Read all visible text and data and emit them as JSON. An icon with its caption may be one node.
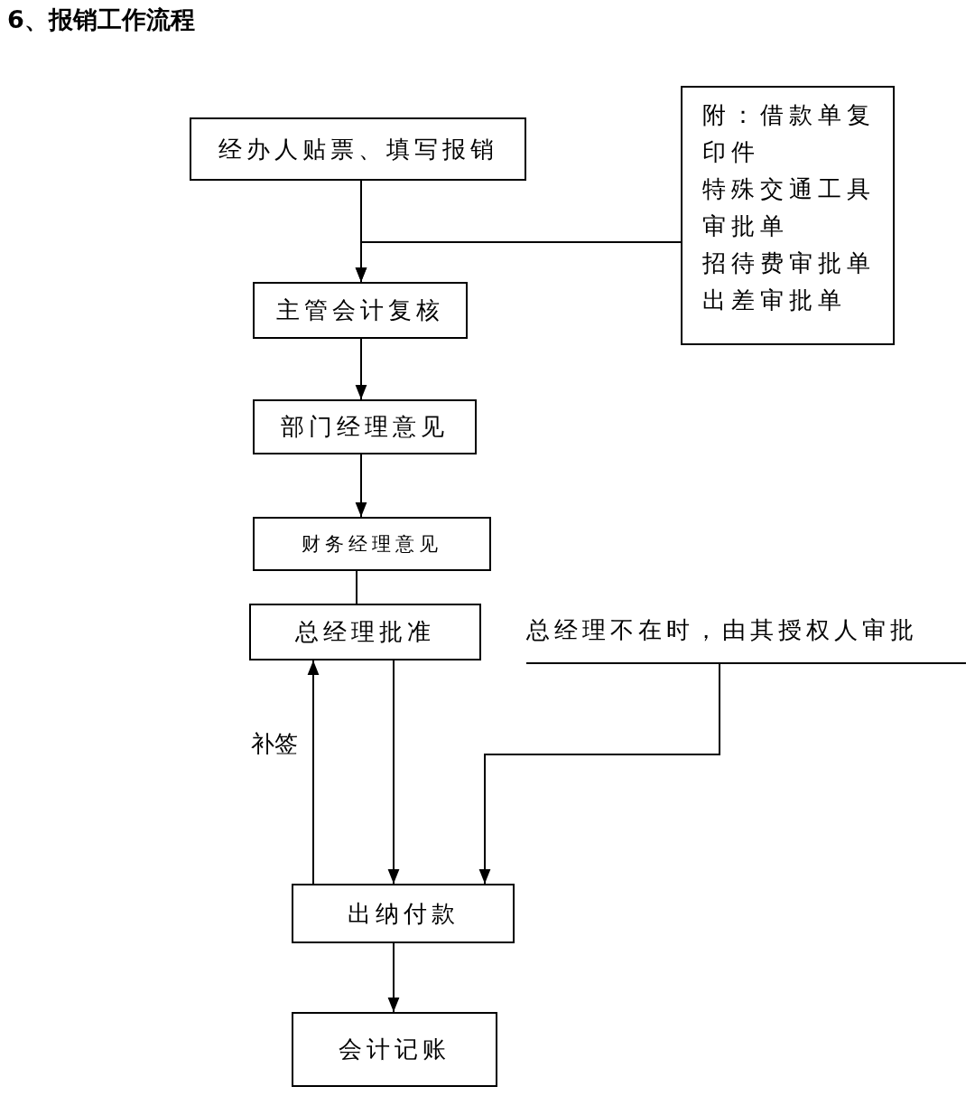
{
  "diagram": {
    "title": "6、报销工作流程",
    "nodes": [
      {
        "text": [
          "经办人贴票、填写报销"
        ]
      },
      {
        "text": [
          "主管会计复核"
        ]
      },
      {
        "text": [
          "部门经理意见"
        ]
      },
      {
        "text": [
          "财务经理意见"
        ]
      },
      {
        "text": [
          "总经理批准"
        ]
      },
      {
        "text": [
          "出纳付款"
        ]
      },
      {
        "text": [
          "会计记账"
        ]
      },
      {
        "text": [
          "附：借款单复印件",
          "特殊交通工具审批单",
          "招待费审批单",
          "出差审批单"
        ]
      },
      {
        "text": [
          "总经理不在时，由其授权人审批"
        ]
      }
    ],
    "edges": [
      {
        "from": 0,
        "to": 1,
        "arrow": "to"
      },
      {
        "from": 7,
        "to": 1,
        "arrow": "to"
      },
      {
        "from": 1,
        "to": 2,
        "arrow": "to"
      },
      {
        "from": 2,
        "to": 3,
        "arrow": "to"
      },
      {
        "from": 3,
        "to": 4,
        "arrow": "none"
      },
      {
        "from": 4,
        "to": 5,
        "arrow": "to"
      },
      {
        "from": 5,
        "to": 4,
        "arrow": "to",
        "label": "补签"
      },
      {
        "from": 8,
        "to": 5,
        "arrow": "to"
      },
      {
        "from": 5,
        "to": 6,
        "arrow": "to"
      }
    ]
  }
}
